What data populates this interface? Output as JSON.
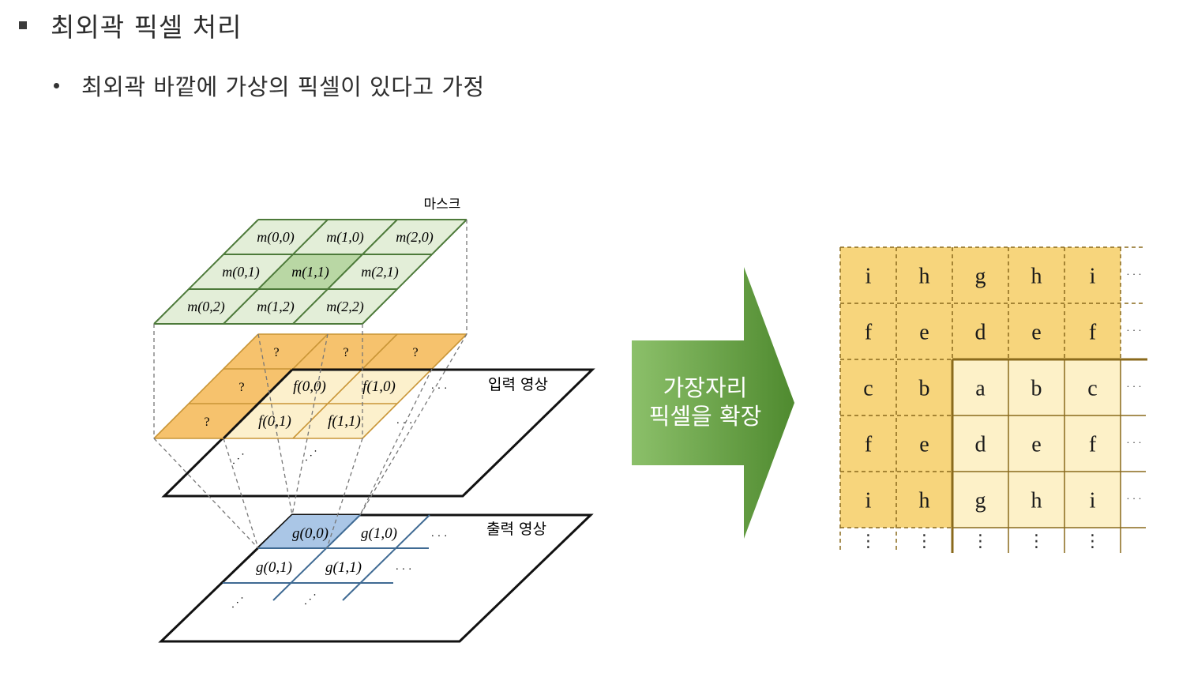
{
  "heading": {
    "text": "최외곽 픽셀 처리"
  },
  "bullet": {
    "text": "최외곽 바깥에 가상의 픽셀이 있다고 가정"
  },
  "diagram": {
    "mask_label": "마스크",
    "input_label": "입력 영상",
    "output_label": "출력 영상",
    "mask_cells": [
      [
        "m(0,0)",
        "m(1,0)",
        "m(2,0)"
      ],
      [
        "m(0,1)",
        "m(1,1)",
        "m(2,1)"
      ],
      [
        "m(0,2)",
        "m(1,2)",
        "m(2,2)"
      ]
    ],
    "virtual_mark": "?",
    "input_cells": [
      [
        "f(0,0)",
        "f(1,0)"
      ],
      [
        "f(0,1)",
        "f(1,1)"
      ]
    ],
    "output_cells": [
      [
        "g(0,0)",
        "g(1,0)"
      ],
      [
        "g(0,1)",
        "g(1,1)"
      ]
    ],
    "hdots": "· · ·",
    "ddots": "· · ·",
    "arrow_label_line1": "가장자리",
    "arrow_label_line2": "픽셀을 확장",
    "grid_rows": [
      [
        "i",
        "h",
        "g",
        "h",
        "i"
      ],
      [
        "f",
        "e",
        "d",
        "e",
        "f"
      ],
      [
        "c",
        "b",
        "a",
        "b",
        "c"
      ],
      [
        "f",
        "e",
        "d",
        "e",
        "f"
      ],
      [
        "i",
        "h",
        "g",
        "h",
        "i"
      ]
    ],
    "grid_row_dots": "· · ·",
    "grid_col_dots": "⋮"
  },
  "colors": {
    "mask_fill": "#e3eed8",
    "mask_center": "#b9d7a4",
    "mask_stroke": "#4d7a3a",
    "virtual_fill": "#f6c26d",
    "virtual_stroke": "#c99536",
    "input_fill": "#fcf0cc",
    "output_highlight": "#aac6e6",
    "output_line": "#3f6a93",
    "arrow_light": "#8cc06a",
    "arrow_dark": "#4f8a2f",
    "grid_virtual": "#f7d57c",
    "grid_real": "#fdf1c8",
    "grid_line": "#8a6a1c"
  }
}
